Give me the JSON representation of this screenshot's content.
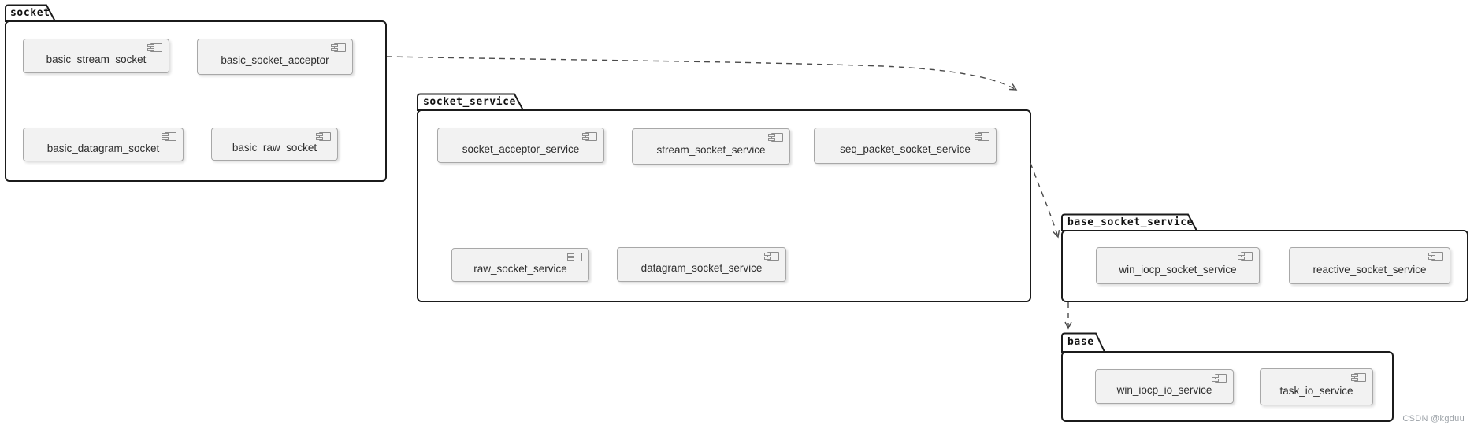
{
  "diagram": {
    "watermark": "CSDN @kgduu",
    "icons": {
      "component": "uml-component-icon"
    },
    "colors": {
      "package_border": "#1b1b1b",
      "package_fill": "#ffffff",
      "component_fill": "#f2f2f2",
      "component_border": "#a8a8a8",
      "arrow": "#4a4a4a",
      "watermark": "#9aa0a6"
    },
    "packages": [
      {
        "name": "socket",
        "components": [
          "basic_stream_socket",
          "basic_socket_acceptor",
          "basic_datagram_socket",
          "basic_raw_socket"
        ]
      },
      {
        "name": "socket_service",
        "components": [
          "socket_acceptor_service",
          "stream_socket_service",
          "seq_packet_socket_service",
          "raw_socket_service",
          "datagram_socket_service"
        ]
      },
      {
        "name": "base_socket_service",
        "components": [
          "win_iocp_socket_service",
          "reactive_socket_service"
        ]
      },
      {
        "name": "base",
        "components": [
          "win_iocp_io_service",
          "task_io_service"
        ]
      }
    ],
    "dependencies": [
      {
        "from": "socket",
        "to": "socket_service",
        "style": "dashed"
      },
      {
        "from": "socket_service",
        "to": "base_socket_service",
        "style": "dashed"
      },
      {
        "from": "base_socket_service",
        "to": "base",
        "style": "dashed"
      }
    ]
  }
}
